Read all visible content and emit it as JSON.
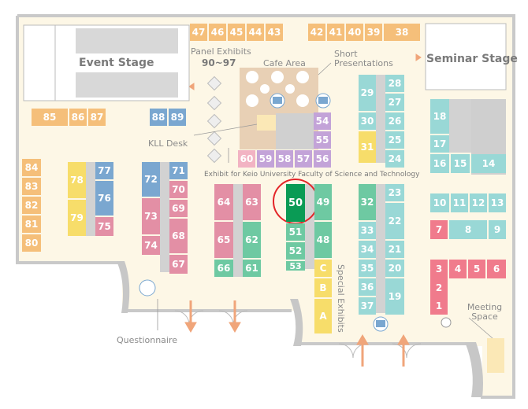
{
  "colors": {
    "orange": "#f5bf7a",
    "teal": "#99d8d6",
    "green": "#6ec9a2",
    "pink": "#e38fa5",
    "blue": "#7aa7d0",
    "yellow": "#f7dd6a",
    "purple": "#c3a3d8",
    "lightpink": "#f2b3c3",
    "red_bright": "#f07b8c",
    "highlight": "#0a9b55",
    "marker_ring": "#e32528",
    "floor": "#fdf7e6",
    "wall": "#c9c9c9",
    "pillar": "#c7c7c7",
    "arrow": "#f0a57a"
  },
  "labels": {
    "event_stage": "Event Stage",
    "panel_exhibits": "Panel Exhibits",
    "panel_range": "90~97",
    "cafe_area": "Cafe Area",
    "short_presentations": "Short Presentations",
    "seminar_stage": "Seminar Stage",
    "kll_desk": "KLL Desk",
    "faculty_exhibit": "Exhibit for Keio University Faculty of Science and Technology",
    "special_exhibits": "Special Exhibits",
    "questionnaire": "Questionnaire",
    "meeting_space": "Meeting Space"
  },
  "booths": {
    "b47": "47",
    "b46": "46",
    "b45": "45",
    "b44": "44",
    "b43": "43",
    "b42": "42",
    "b41": "41",
    "b40": "40",
    "b39": "39",
    "b38": "38",
    "b85": "85",
    "b86": "86",
    "b87": "87",
    "b88": "88",
    "b89": "89",
    "b29": "29",
    "b30": "30",
    "b31": "31",
    "b28": "28",
    "b27": "27",
    "b26": "26",
    "b25": "25",
    "b24": "24",
    "b54": "54",
    "b55": "55",
    "b56": "56",
    "b57": "57",
    "b58": "58",
    "b59": "59",
    "b60": "60",
    "b18": "18",
    "b17": "17",
    "b16": "16",
    "b15": "15",
    "b14": "14",
    "b84": "84",
    "b83": "83",
    "b82": "82",
    "b81": "81",
    "b80": "80",
    "b78": "78",
    "b79": "79",
    "b77": "77",
    "b76": "76",
    "b75": "75",
    "b72": "72",
    "b73": "73",
    "b74": "74",
    "b71": "71",
    "b70": "70",
    "b69": "69",
    "b68": "68",
    "b67": "67",
    "b64": "64",
    "b65": "65",
    "b66": "66",
    "b63": "63",
    "b62": "62",
    "b61": "61",
    "b50": "50",
    "b51": "51",
    "b52": "52",
    "b53": "53",
    "b49": "49",
    "b48": "48",
    "bC": "C",
    "bB": "B",
    "bA": "A",
    "b32": "32",
    "b33": "33",
    "b34": "34",
    "b35": "35",
    "b36": "36",
    "b37": "37",
    "b23": "23",
    "b22": "22",
    "b21": "21",
    "b20": "20",
    "b19": "19",
    "b10": "10",
    "b11": "11",
    "b12": "12",
    "b13": "13",
    "b7": "7",
    "b8": "8",
    "b9": "9",
    "b3": "3",
    "b4": "4",
    "b5": "5",
    "b6": "6",
    "b2": "2",
    "b1": "1"
  }
}
